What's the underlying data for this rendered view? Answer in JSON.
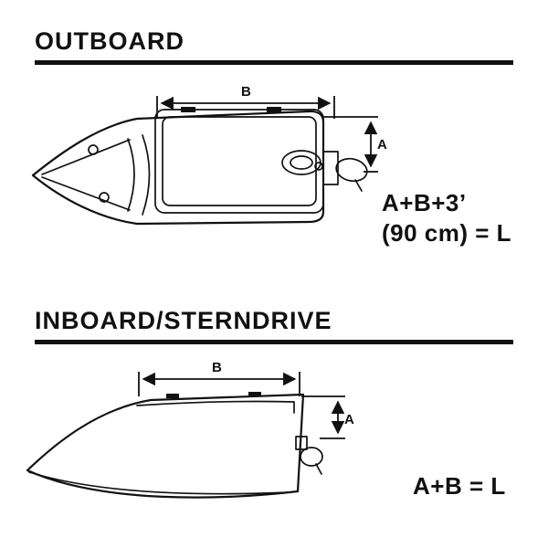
{
  "page": {
    "background": "#ffffff",
    "ink": "#111111"
  },
  "sections": [
    {
      "id": "outboard",
      "heading": "OUTBOARD",
      "dims": {
        "b": "B",
        "a": "A"
      },
      "formula_lines": [
        "A+B+3’",
        "(90 cm) = L"
      ]
    },
    {
      "id": "inboard-sterndrive",
      "heading": "INBOARD/STERNDRIVE",
      "dims": {
        "b": "B",
        "a": "A"
      },
      "formula_lines": [
        "A+B = L"
      ]
    }
  ]
}
